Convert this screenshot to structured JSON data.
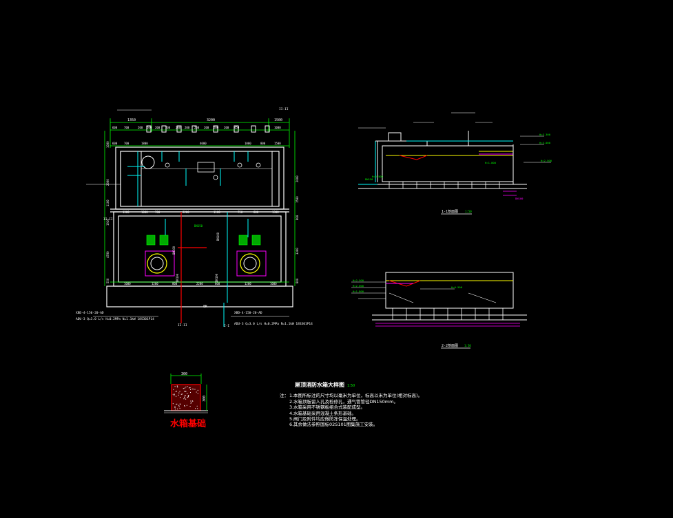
{
  "drawing": {
    "background": "#000000",
    "colors": {
      "walls": "#ffffff",
      "dimensions": "#00ff00",
      "green_text": "#00ff00",
      "pipes_cyan": "#00ffff",
      "pipes_red": "#ff0000",
      "magenta": "#ff00ff",
      "yellow": "#ffff00",
      "title_red": "#ff0000"
    }
  },
  "plan": {
    "top_dims": [
      "1350",
      "3200",
      "1500"
    ],
    "second_dims": [
      "600",
      "700",
      "200",
      "200",
      "200",
      "200",
      "200",
      "200",
      "200",
      "200",
      "200",
      "200",
      "450",
      "1000"
    ],
    "third_dims": [
      "600",
      "700",
      "1800",
      "4000",
      "1000",
      "800",
      "1500"
    ],
    "room_dims": [
      "2300",
      "4300",
      "1300",
      "2300"
    ],
    "mid_dims": [
      "1300",
      "1000",
      "700",
      "2200",
      "1100",
      "750",
      "800",
      "1300"
    ],
    "bottom_dims": [
      "1000",
      "1200",
      "800",
      "2200",
      "800",
      "1200",
      "1000"
    ],
    "left_dims": [
      "1000",
      "2000",
      "1100",
      "1910",
      "4700",
      "550"
    ],
    "right_dims": [
      "2000",
      "1500",
      "800",
      "3300",
      "800"
    ],
    "pipe_labels": [
      "DN100",
      "DN100",
      "DN100",
      "DN100",
      "DN150"
    ],
    "section_marks": [
      "II-II",
      "II-II",
      "I-I",
      "II-II"
    ],
    "footer_left_1": "XBD-4-150-20-AD",
    "footer_left_2": "ADU-3 Q=3.0 L/s H=0.2MPa N=1.1kW 18S301P14",
    "footer_right_1": "XBD-4-150-20-AD",
    "footer_right_2": "ADU-3 Q=3.0 L/s H=0.2MPa N=1.1kW 18S301P14",
    "center_mark": "8K"
  },
  "section_1": {
    "caption": "1-1剖面图",
    "scale": "1:50",
    "labels": [
      "H=3.300",
      "H=3.000",
      "H=2.500",
      "H=1.800",
      "H=0.500",
      "DN150",
      "DN100"
    ]
  },
  "section_2": {
    "caption": "2-2剖面图",
    "scale": "1:50",
    "labels": [
      "H=2.500",
      "H=2.000",
      "H=1.800",
      "H=0.500"
    ]
  },
  "base_detail": {
    "width_dim": "300",
    "height_dim": "300",
    "title": "水箱基础"
  },
  "notes": {
    "title": "屋顶消防水箱大样图",
    "scale": "1:50",
    "lead": "注：",
    "items": [
      {
        "n": "1.",
        "text": "本图所标注的尺寸均以毫米为单位，标高以米为单位(相对标高)。"
      },
      {
        "n": "2.",
        "text": "水箱顶板留人孔及检修孔，通气管管径DN150mm。"
      },
      {
        "n": "3.",
        "text": "水箱采用不锈钢板组合式装配成型。"
      },
      {
        "n": "4.",
        "text": "水箱基础采用混凝土条形基础。"
      },
      {
        "n": "5.",
        "text": "阀门及附件均应做防冻保温处理。"
      },
      {
        "n": "6.",
        "text": "其余做法参照国标02S101图集施工安装。"
      }
    ]
  }
}
